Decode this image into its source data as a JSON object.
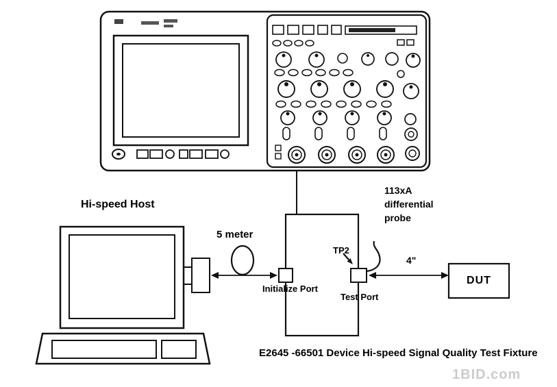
{
  "diagram": {
    "labels": {
      "host": "Hi-speed Host",
      "cable": "5 meter",
      "probe_line1": "113xA",
      "probe_line2": "differential",
      "probe_line3": "probe",
      "tp2": "TP2",
      "init_port": "Initialize Port",
      "test_port": "Test Port",
      "dut_cable": "4\"",
      "dut": "DUT",
      "caption": "E2645 -66501 Device Hi-speed Signal Quality Test Fixture",
      "watermark": "1BID.com"
    },
    "colors": {
      "line": "#000000",
      "background": "#ffffff",
      "watermark": "#cccccc"
    }
  }
}
